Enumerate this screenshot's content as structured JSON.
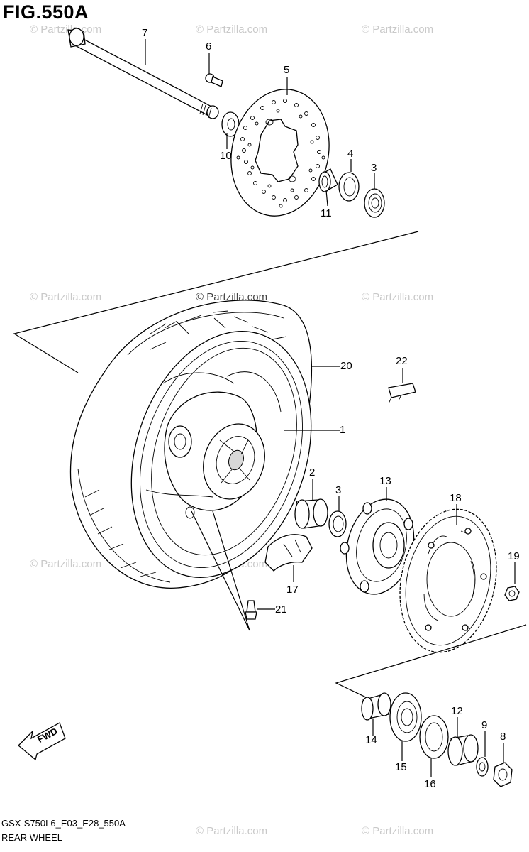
{
  "figure": {
    "title": "FIG.550A",
    "model_code": "GSX-S750L6_E03_E28_550A",
    "name": "REAR WHEEL"
  },
  "watermark": {
    "text": "© Partzilla.com"
  },
  "direction_marker": {
    "label": "FWD"
  },
  "callouts": [
    {
      "id": "c1",
      "label": "1"
    },
    {
      "id": "c2",
      "label": "2"
    },
    {
      "id": "c3a",
      "label": "3"
    },
    {
      "id": "c3b",
      "label": "3"
    },
    {
      "id": "c4",
      "label": "4"
    },
    {
      "id": "c5",
      "label": "5"
    },
    {
      "id": "c6",
      "label": "6"
    },
    {
      "id": "c7",
      "label": "7"
    },
    {
      "id": "c8",
      "label": "8"
    },
    {
      "id": "c9",
      "label": "9"
    },
    {
      "id": "c10",
      "label": "10"
    },
    {
      "id": "c11",
      "label": "11"
    },
    {
      "id": "c12",
      "label": "12"
    },
    {
      "id": "c13",
      "label": "13"
    },
    {
      "id": "c14",
      "label": "14"
    },
    {
      "id": "c15",
      "label": "15"
    },
    {
      "id": "c16",
      "label": "16"
    },
    {
      "id": "c17",
      "label": "17"
    },
    {
      "id": "c18",
      "label": "18"
    },
    {
      "id": "c19",
      "label": "19"
    },
    {
      "id": "c20",
      "label": "20"
    },
    {
      "id": "c21",
      "label": "21"
    },
    {
      "id": "c22",
      "label": "22"
    }
  ]
}
